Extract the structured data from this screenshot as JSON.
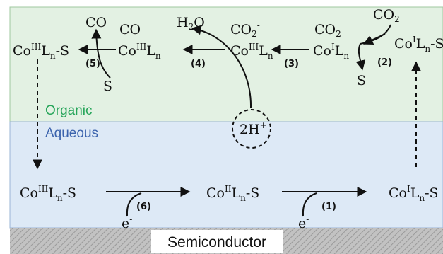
{
  "labels": {
    "organic": "Organic",
    "aqueous": "Aqueous",
    "semiconductor": "Semiconductor",
    "protons": "2H",
    "protons_sup": "+"
  },
  "steps": [
    "(1)",
    "(2)",
    "(3)",
    "(4)",
    "(5)",
    "(6)"
  ],
  "species": {
    "co3_s_top": {
      "base": "Co",
      "ox": "III",
      "tail": "L",
      "sub": "n",
      "suffix": "-S"
    },
    "co3_co": {
      "top": "CO",
      "base": "Co",
      "ox": "III",
      "tail": "L",
      "sub": "n"
    },
    "co3_co2m": {
      "top": "CO",
      "top_sub": "2",
      "top_sup": "-",
      "base": "Co",
      "ox": "III",
      "tail": "L",
      "sub": "n"
    },
    "co1_co2": {
      "top": "CO",
      "top_sub": "2",
      "base": "Co",
      "ox": "I",
      "tail": "L",
      "sub": "n"
    },
    "co1_s_top": {
      "base": "Co",
      "ox": "I",
      "tail": "L",
      "sub": "n",
      "suffix": "-S"
    },
    "co3_s_bot": {
      "base": "Co",
      "ox": "III",
      "tail": "L",
      "sub": "n",
      "suffix": "-S"
    },
    "co2_s_bot": {
      "base": "Co",
      "ox": "II",
      "tail": "L",
      "sub": "n",
      "suffix": "-S"
    },
    "co1_s_bot": {
      "base": "Co",
      "ox": "I",
      "tail": "L",
      "sub": "n",
      "suffix": "-S"
    }
  },
  "reagents": {
    "co_out": "CO",
    "h2o_base": "H",
    "h2o_sub": "2",
    "h2o_tail": "O",
    "co2_base": "CO",
    "co2_sub": "2",
    "s_step5": "S",
    "s_step2": "S",
    "e6": "e",
    "e1": "e",
    "e_sup": "-"
  },
  "colors": {
    "organic_bg": "#e3f1e3",
    "aqueous_bg": "#dde9f6",
    "semiconductor_bg": "#c2c2c2",
    "organic_text": "#27a55a",
    "aqueous_text": "#3b63ad",
    "ink": "#111111"
  }
}
